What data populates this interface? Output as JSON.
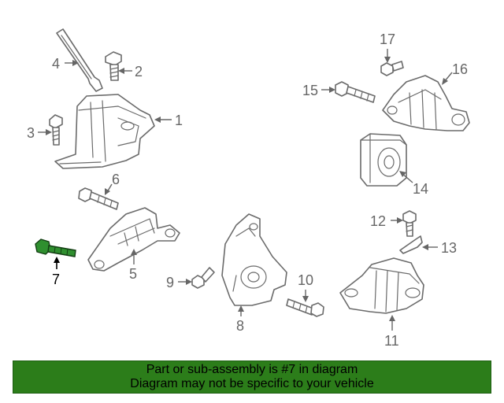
{
  "colors": {
    "banner_background": "#2c7d1a",
    "highlight_part": "#2f8f2f",
    "line_art": "#6b6b6b",
    "callout_text": "#666666"
  },
  "callouts": {
    "c1": "1",
    "c2": "2",
    "c3": "3",
    "c4": "4",
    "c5": "5",
    "c6": "6",
    "c7": "7",
    "c8": "8",
    "c9": "9",
    "c10": "10",
    "c11": "11",
    "c12": "12",
    "c13": "13",
    "c14": "14",
    "c15": "15",
    "c16": "16",
    "c17": "17"
  },
  "highlighted_callout": "7",
  "banner": {
    "line1": "Part or sub-assembly is #7 in diagram",
    "line2": "Diagram may not be specific to your vehicle"
  }
}
